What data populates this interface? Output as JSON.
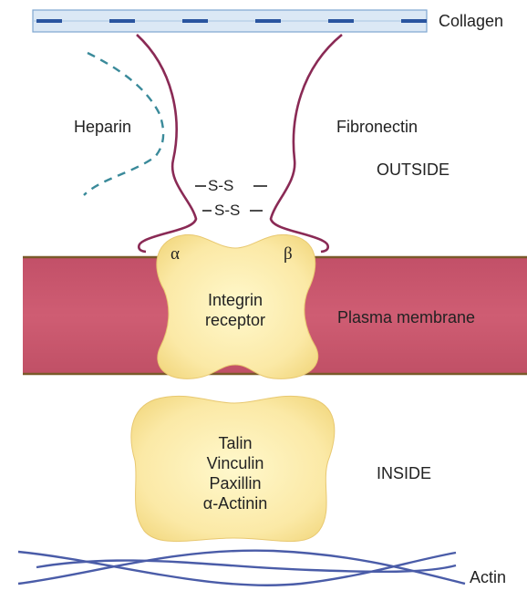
{
  "labels": {
    "collagen": "Collagen",
    "heparin": "Heparin",
    "fibronectin": "Fibronectin",
    "outside": "OUTSIDE",
    "disulfide_1": "S-S",
    "disulfide_2": "S-S",
    "alpha": "α",
    "beta": "β",
    "integrin_line1": "Integrin",
    "integrin_line2": "receptor",
    "plasma_membrane": "Plasma membrane",
    "inside": "INSIDE",
    "actin": "Actin"
  },
  "inside_proteins": [
    "Talin",
    "Vinculin",
    "Paxillin",
    "α-Actinin"
  ],
  "colors": {
    "membrane": "#c8556a",
    "membrane_edge": "#7a5a2a",
    "fibronectin": "#8a2a55",
    "heparin": "#3a8a9a",
    "collagen_blue": "#2a55a0",
    "integrin_fill": "#fbeaa0",
    "actin": "#4a5ca8"
  }
}
